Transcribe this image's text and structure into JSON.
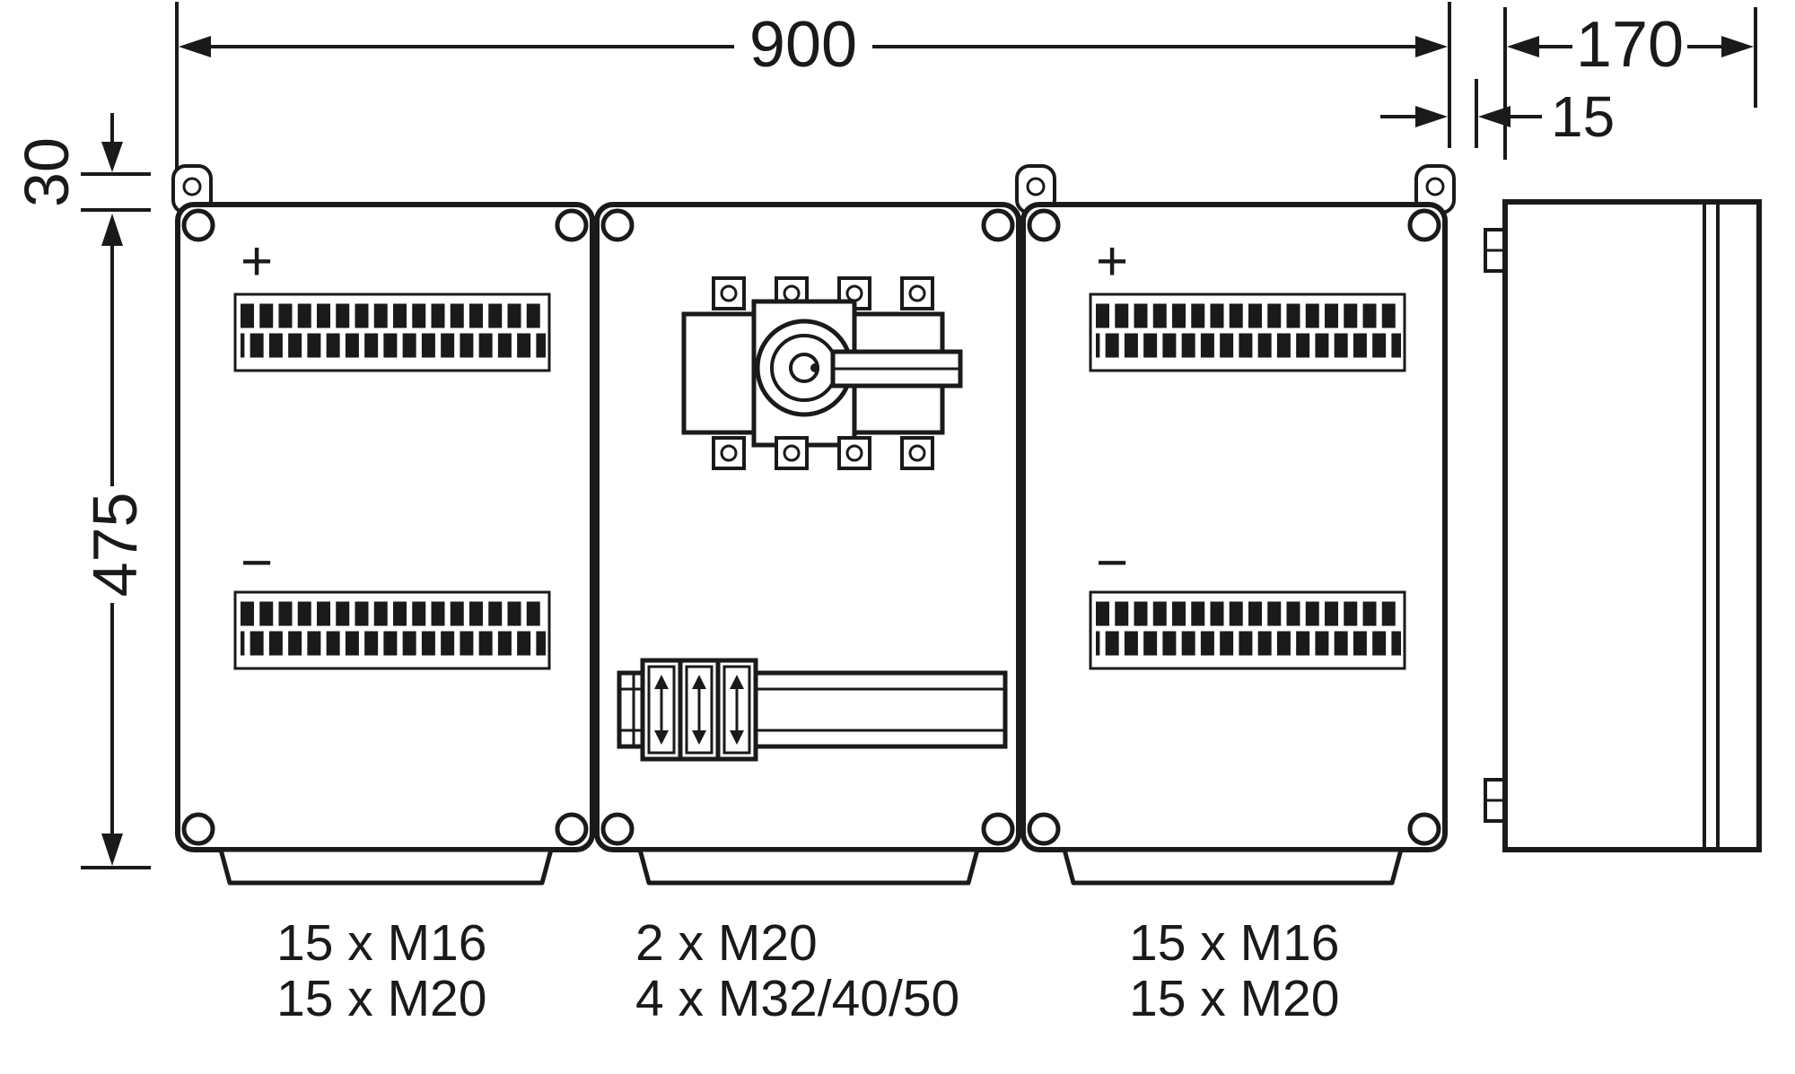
{
  "page": {
    "background": "#ffffff",
    "ink": "#1a1a1a"
  },
  "dimensions": {
    "total_width": "900",
    "side_depth": "170",
    "gap": "15",
    "lug_offset": "30",
    "height": "475"
  },
  "panel_left": {
    "plus": "+",
    "minus": "−"
  },
  "panel_right": {
    "plus": "+",
    "minus": "−"
  },
  "gland_labels": {
    "left": [
      "15 x M16",
      "15 x M20"
    ],
    "middle": [
      "2 x M20",
      "4 x M32/40/50"
    ],
    "right": [
      "15 x M16",
      "15 x M20"
    ]
  }
}
